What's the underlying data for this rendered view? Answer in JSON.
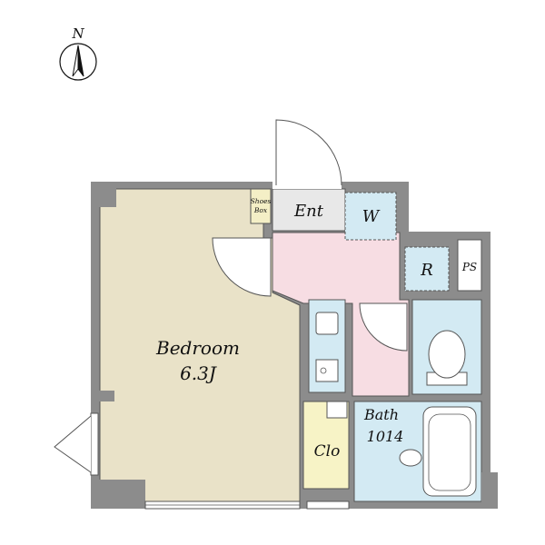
{
  "compass": {
    "label": "N"
  },
  "rooms": {
    "bedroom": {
      "name": "Bedroom",
      "size": "6.3J"
    },
    "entrance": {
      "name": "Ent"
    },
    "washer": {
      "name": "W"
    },
    "fridge": {
      "name": "R"
    },
    "pipe_space": {
      "name": "PS"
    },
    "shoes_box": {
      "line1": "Shoes",
      "line2": "Box"
    },
    "closet": {
      "name": "Clo"
    },
    "bath": {
      "name": "Bath",
      "size": "1014"
    }
  },
  "colors": {
    "wall": "#8c8c8c",
    "bedroom_floor": "#e9e2c8",
    "hall_floor": "#f7dde3",
    "wet_area": "#d3eaf3",
    "entrance_floor": "#e8e8e8",
    "closet_floor": "#f7f3c6",
    "shoes_box": "#f4efc6"
  }
}
